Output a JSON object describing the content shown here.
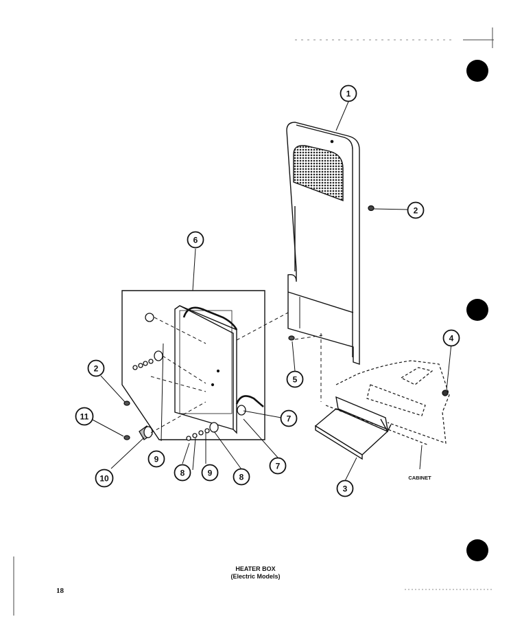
{
  "callouts": {
    "c1": "1",
    "c2a": "2",
    "c2b": "2",
    "c3": "3",
    "c4": "4",
    "c5": "5",
    "c6": "6",
    "c7a": "7",
    "c7b": "7",
    "c8a": "8",
    "c8b": "8",
    "c9a": "9",
    "c9b": "9",
    "c10": "10",
    "c11": "11"
  },
  "labels": {
    "cabinet": "CABINET"
  },
  "caption": {
    "title": "HEATER BOX",
    "subtitle": "(Electric Models)"
  },
  "page_number": "18"
}
